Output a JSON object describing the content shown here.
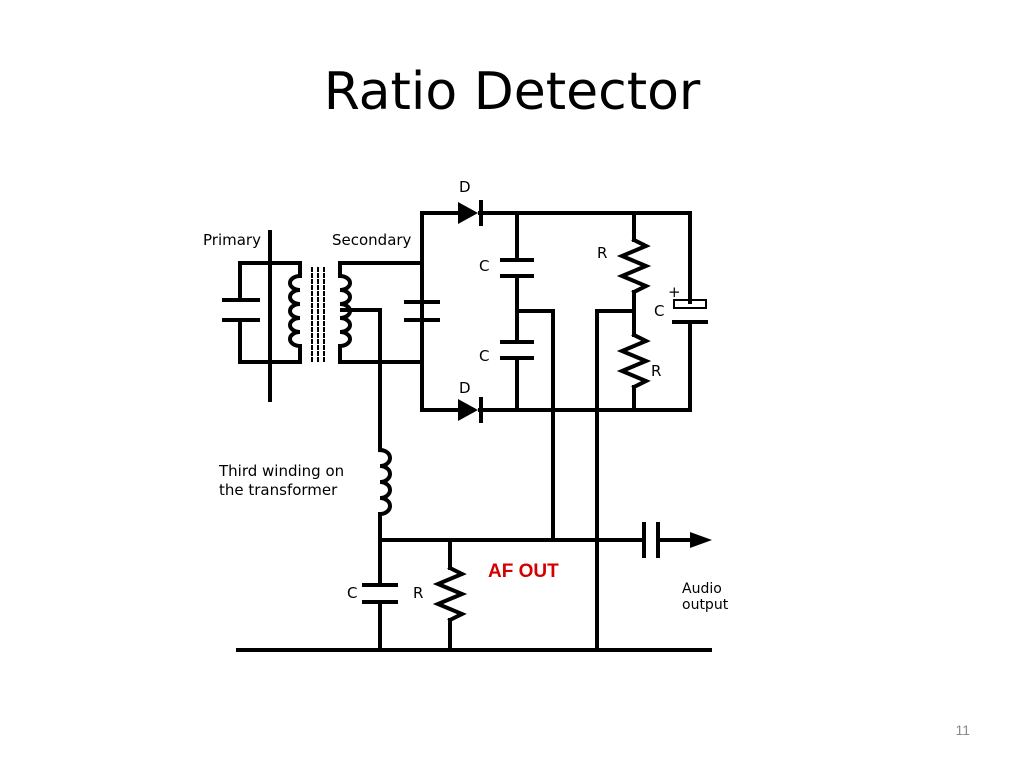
{
  "slide": {
    "title": "Ratio Detector",
    "page_number": "11"
  },
  "diagram": {
    "labels": {
      "primary": "Primary",
      "secondary": "Secondary",
      "diode_top": "D",
      "diode_bottom": "D",
      "cap_upper": "C",
      "cap_lower": "C",
      "res_upper": "R",
      "res_lower": "R",
      "cap_electrolytic": "C",
      "plus": "+",
      "third_winding_line1": "Third winding on",
      "third_winding_line2": "the transformer",
      "cap_bottom": "C",
      "res_bottom": "R",
      "af_out": "AF OUT",
      "audio_line1": "Audio",
      "audio_line2": "output"
    },
    "colors": {
      "af_out": "#d40000",
      "wire": "#000000"
    }
  }
}
